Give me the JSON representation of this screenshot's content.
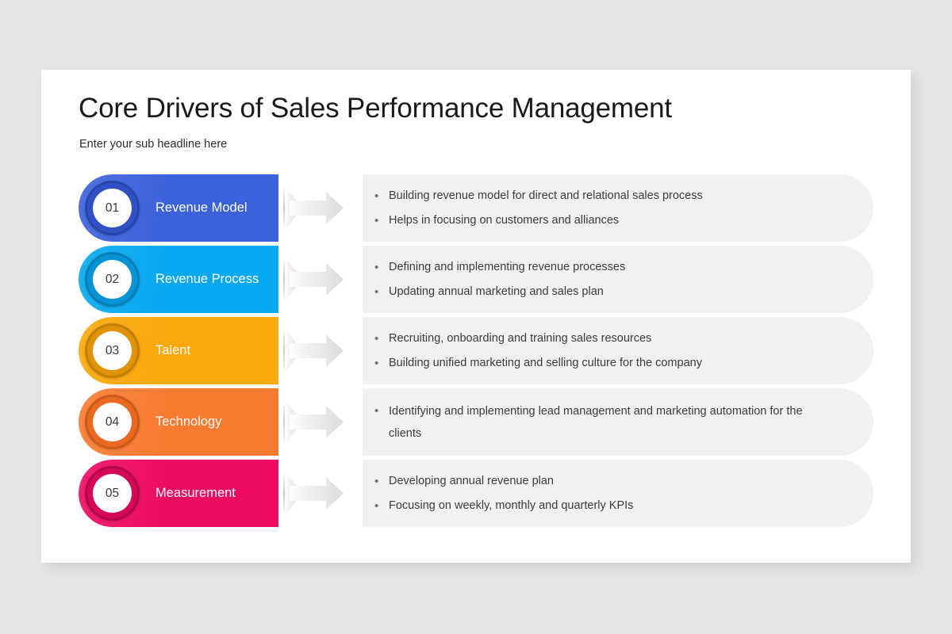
{
  "slide": {
    "title": "Core Drivers of Sales Performance Management",
    "subtitle": "Enter your sub headline here",
    "background_color": "#e7e5e5",
    "surface_color": "#ffffff",
    "panel_color": "#f1f1f1",
    "bullet_glyph": "•"
  },
  "rows": [
    {
      "number": "01",
      "label": "Revenue Model",
      "color": "#3b61db",
      "ring_color": "#2f51c4",
      "bullets": [
        "Building revenue model for direct and relational sales process",
        "Helps in focusing on customers and alliances"
      ]
    },
    {
      "number": "02",
      "label": "Revenue Process",
      "color": "#06a8f0",
      "ring_color": "#0893d4",
      "bullets": [
        "Defining and implementing revenue processes",
        "Updating annual marketing and sales plan"
      ]
    },
    {
      "number": "03",
      "label": "Talent",
      "color": "#fba80a",
      "ring_color": "#e09306",
      "bullets": [
        "Recruiting, onboarding and training sales resources",
        "Building unified marketing and selling culture for the company"
      ]
    },
    {
      "number": "04",
      "label": "Technology",
      "color": "#f97b30",
      "ring_color": "#ea6920",
      "bullets": [
        "Identifying and implementing lead management and marketing automation for the clients"
      ]
    },
    {
      "number": "05",
      "label": "Measurement",
      "color": "#ed0a63",
      "ring_color": "#d40857",
      "bullets": [
        "Developing annual revenue plan",
        "Focusing on weekly, monthly and quarterly KPIs"
      ]
    }
  ]
}
